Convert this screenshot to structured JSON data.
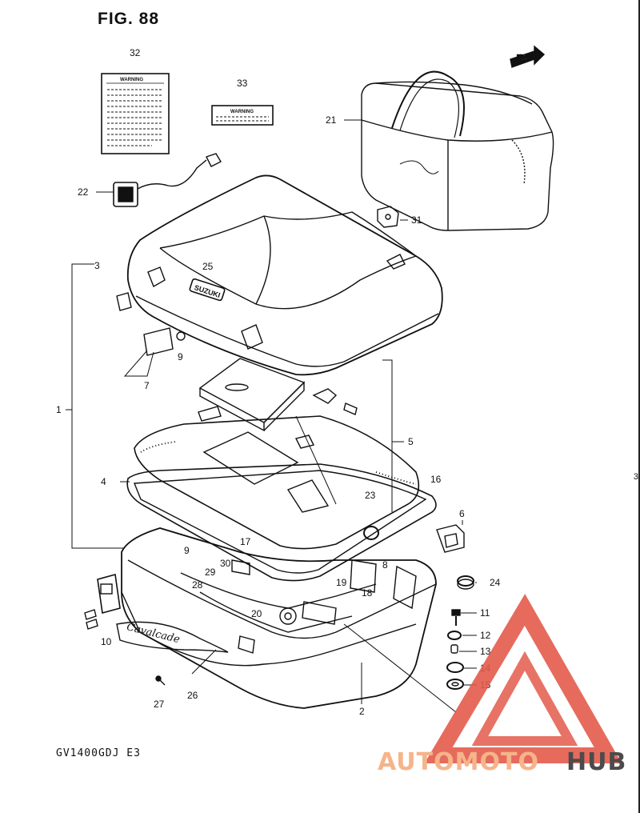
{
  "figure": {
    "title": "FIG. 88",
    "model_code": "GV1400GDJ  E3",
    "edge_label": "3"
  },
  "direction_badge": {
    "label": "FWD"
  },
  "labels": {
    "warning_label_text": "WARNING",
    "emblem_text": "Cavalcade",
    "lid_badge_text": "SUZUKI"
  },
  "parts": [
    {
      "id": "p1",
      "number": "1"
    },
    {
      "id": "p2",
      "number": "2"
    },
    {
      "id": "p3",
      "number": "3"
    },
    {
      "id": "p4",
      "number": "4"
    },
    {
      "id": "p5",
      "number": "5"
    },
    {
      "id": "p6",
      "number": "6"
    },
    {
      "id": "p7",
      "number": "7"
    },
    {
      "id": "p8",
      "number": "8"
    },
    {
      "id": "p9a",
      "number": "9"
    },
    {
      "id": "p9b",
      "number": "9"
    },
    {
      "id": "p10",
      "number": "10"
    },
    {
      "id": "p11",
      "number": "11"
    },
    {
      "id": "p12",
      "number": "12"
    },
    {
      "id": "p13",
      "number": "13"
    },
    {
      "id": "p14",
      "number": "14"
    },
    {
      "id": "p15",
      "number": "15"
    },
    {
      "id": "p16",
      "number": "16"
    },
    {
      "id": "p17",
      "number": "17"
    },
    {
      "id": "p18",
      "number": "18"
    },
    {
      "id": "p19",
      "number": "19"
    },
    {
      "id": "p20",
      "number": "20"
    },
    {
      "id": "p21",
      "number": "21"
    },
    {
      "id": "p22",
      "number": "22"
    },
    {
      "id": "p23",
      "number": "23"
    },
    {
      "id": "p24",
      "number": "24"
    },
    {
      "id": "p25",
      "number": "25"
    },
    {
      "id": "p26",
      "number": "26"
    },
    {
      "id": "p27",
      "number": "27"
    },
    {
      "id": "p28",
      "number": "28"
    },
    {
      "id": "p29",
      "number": "29"
    },
    {
      "id": "p30",
      "number": "30"
    },
    {
      "id": "p31",
      "number": "31"
    },
    {
      "id": "p32",
      "number": "32"
    },
    {
      "id": "p33",
      "number": "33"
    }
  ],
  "watermark": {
    "text_part1": "AUTOMOTO",
    "text_part2": "HUB",
    "color_part1": "#f6b48a",
    "color_part2": "#4b4b4b",
    "triangle_color": "#e35b4b"
  }
}
